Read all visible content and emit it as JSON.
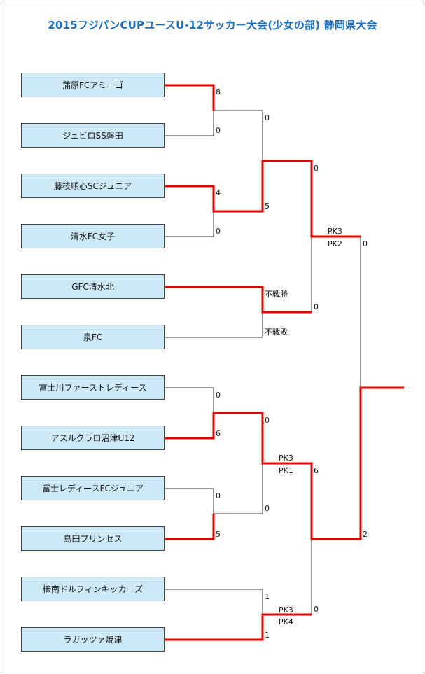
{
  "title": "2015フジパンCUPユースU-12サッカー大会(少女の部) 静岡県大会",
  "colors": {
    "winner": "#e60000",
    "loser": "#333333",
    "team_bg": "#cde9f8",
    "title": "#1a6fc4"
  },
  "teams": [
    "蒲原FCアミーゴ",
    "ジュビロSS磐田",
    "藤枝順心SCジュニア",
    "清水FC女子",
    "GFC清水北",
    "泉FC",
    "富士川ファーストレディース",
    "アスルクラロ沼津U12",
    "富士レディースFCジュニア",
    "島田プリンセス",
    "榛南ドルフィンキッカーズ",
    "ラガッツァ焼津"
  ],
  "scores": {
    "r1_m1": [
      "8",
      "0"
    ],
    "r1_m2": [
      "4",
      "0"
    ],
    "r1_m3": [
      "不戦勝",
      "不戦敗"
    ],
    "r1_m4": [
      "0",
      "6"
    ],
    "r1_m5": [
      "0",
      "5"
    ],
    "r1_m6": [
      "1",
      "1"
    ],
    "r1_m6_pk": [
      "PK3",
      "PK4"
    ],
    "r2_a": [
      "0",
      "5"
    ],
    "r2_b": [
      "0",
      "0"
    ],
    "r2_b_pk": [
      "PK3",
      "PK1"
    ],
    "sf_top": [
      "0",
      "0"
    ],
    "sf_top_pk": [
      "PK3",
      "PK2"
    ],
    "sf_bottom": [
      "6",
      "0"
    ],
    "final": [
      "0",
      "2"
    ]
  }
}
